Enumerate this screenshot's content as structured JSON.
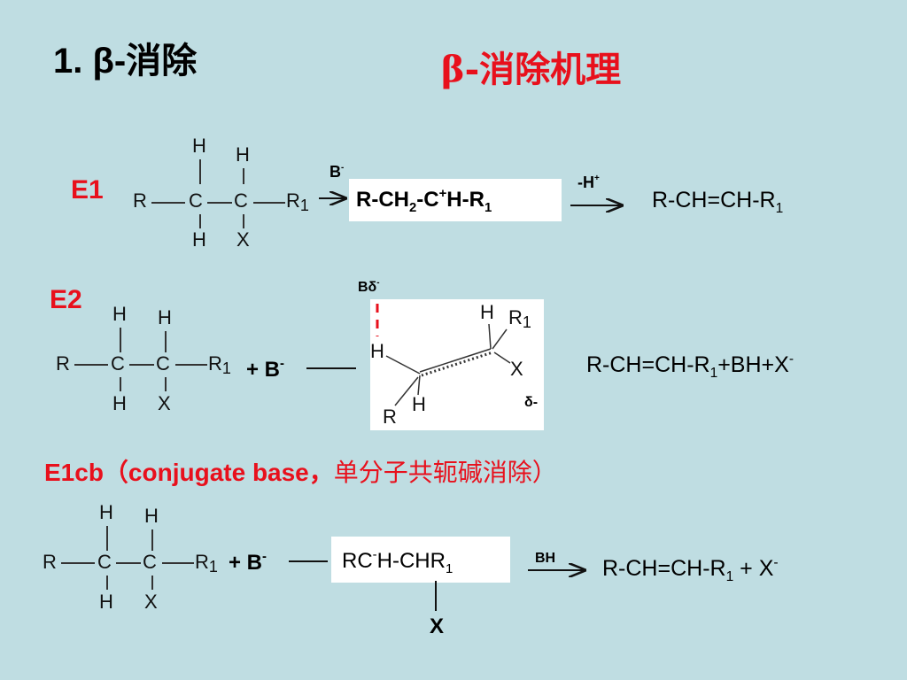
{
  "header": {
    "title": "1. β-消除",
    "subtitle": "β-消除机理"
  },
  "e1": {
    "label": "E1",
    "atoms": {
      "h_top1": "H",
      "h_top2": "H",
      "r": "R",
      "c1": "C",
      "c2": "C",
      "r1": "R",
      "r1_sub": "1",
      "h_bot": "H",
      "x_bot": "X"
    },
    "reagent": "B",
    "reagent_charge": "-",
    "intermediate": {
      "p1": "R-CH",
      "s1": "2",
      "p2": "-C",
      "s2": "+",
      "p3": "H-R",
      "s3": "1"
    },
    "step2_reagent": "-H",
    "step2_charge": "+",
    "product": {
      "p1": "R-CH=CH-R",
      "s1": "1"
    }
  },
  "e2": {
    "label": "E2",
    "atoms": {
      "h_top1": "H",
      "h_top2": "H",
      "r": "R",
      "c1": "C",
      "c2": "C",
      "r1": "R",
      "r1_sub": "1",
      "h_bot": "H",
      "x_bot": "X"
    },
    "reagent": "+ B",
    "reagent_charge": "-",
    "ts": {
      "base": "Bδ",
      "base_charge": "-",
      "h_left": "H",
      "h_top": "H",
      "r1": "R",
      "r1_sub": "1",
      "x": "X",
      "h_bot": "H",
      "r": "R",
      "delta": "δ-"
    },
    "product": {
      "p1": "R-CH=CH-R",
      "s1": "1",
      "p2": "+BH+X",
      "s2": "-"
    }
  },
  "e1cb": {
    "label_black": "E1cb（conjugate base，",
    "label_red": "单分子共轭碱消除）",
    "atoms": {
      "h_top1": "H",
      "h_top2": "H",
      "r": "R",
      "c1": "C",
      "c2": "C",
      "r1": "R",
      "r1_sub": "1",
      "h_bot": "H",
      "x_bot": "X"
    },
    "reagent": "+ B",
    "reagent_charge": "-",
    "intermediate": {
      "p1": "RC",
      "s1": "-",
      "p2": "H-CHR",
      "s2": "1"
    },
    "leaving": "X",
    "step2_reagent": "BH",
    "product": {
      "p1": "R-CH=CH-R",
      "s1": "1",
      "p2": " + X",
      "s2": "-"
    }
  }
}
